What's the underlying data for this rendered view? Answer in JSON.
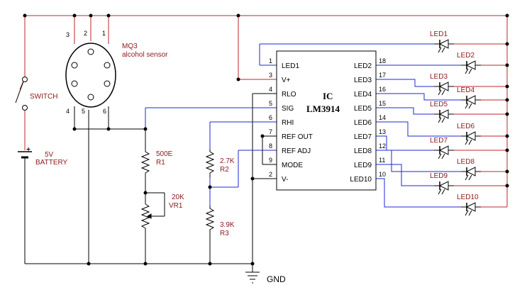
{
  "ic": {
    "name": "IC",
    "part": "LM3914"
  },
  "ic_left_pins": [
    {
      "num": "1",
      "label": "LED1"
    },
    {
      "num": "3",
      "label": "V+"
    },
    {
      "num": "4",
      "label": "RLO"
    },
    {
      "num": "5",
      "label": "SIG"
    },
    {
      "num": "6",
      "label": "RHI"
    },
    {
      "num": "7",
      "label": "REF OUT"
    },
    {
      "num": "8",
      "label": "REF ADJ"
    },
    {
      "num": "9",
      "label": "MODE"
    },
    {
      "num": "2",
      "label": "V-"
    }
  ],
  "ic_right_pins": [
    {
      "num": "18",
      "label": "LED2"
    },
    {
      "num": "17",
      "label": "LED3"
    },
    {
      "num": "16",
      "label": "LED4"
    },
    {
      "num": "15",
      "label": "LED5"
    },
    {
      "num": "14",
      "label": "LED6"
    },
    {
      "num": "13",
      "label": "LED7"
    },
    {
      "num": "12",
      "label": "LED8"
    },
    {
      "num": "11",
      "label": "LED9"
    },
    {
      "num": "10",
      "label": "LED10"
    }
  ],
  "leds": [
    "LED1",
    "LED2",
    "LED3",
    "LED4",
    "LED5",
    "LED6",
    "LED7",
    "LED8",
    "LED9",
    "LED10"
  ],
  "sensor": {
    "name": "MQ3",
    "desc": "alcohol sensor",
    "top_pins": [
      "3",
      "2",
      "1"
    ],
    "bottom_pins": [
      "4",
      "5",
      "6"
    ]
  },
  "switch": {
    "label": "SWITCH"
  },
  "battery": {
    "voltage": "5V",
    "label": "BATTERY"
  },
  "r1": {
    "value": "500E",
    "name": "R1"
  },
  "vr1": {
    "value": "20K",
    "name": "VR1"
  },
  "r2": {
    "value": "2.7K",
    "name": "R2"
  },
  "r3": {
    "value": "3.9K",
    "name": "R3"
  },
  "ground": {
    "label": "GND"
  }
}
